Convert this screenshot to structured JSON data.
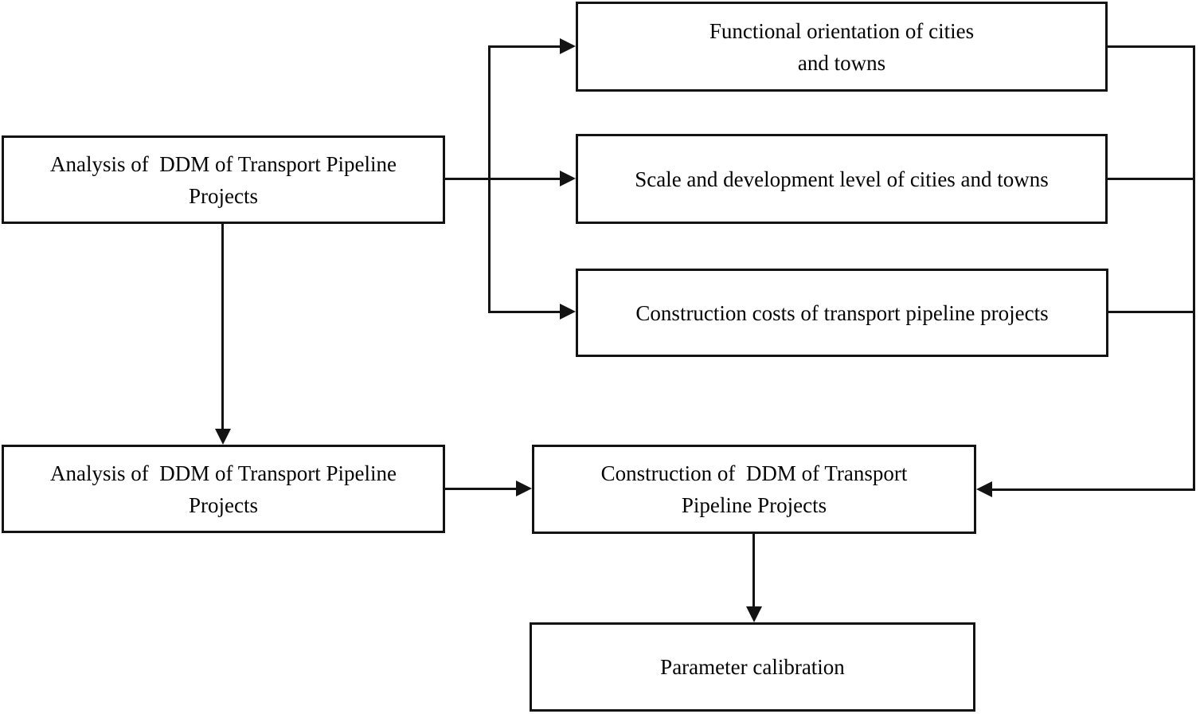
{
  "diagram_title": "DDM of Transport Pipeline Projects flowchart",
  "colors": {
    "background": "#ffffff",
    "line": "#131313",
    "text": "#050505",
    "node_fill": "#ffffff"
  },
  "nodes": {
    "analysis_top": {
      "lines": [
        "Analysis of  DDM of Transport Pipeline",
        "Projects"
      ]
    },
    "functional_orientation": {
      "lines": [
        "Functional orientation of cities",
        "and towns"
      ]
    },
    "scale_development": {
      "lines": [
        "Scale and development level of cities and towns"
      ]
    },
    "construction_costs": {
      "lines": [
        "Construction costs of transport pipeline projects"
      ]
    },
    "analysis_bottom": {
      "lines": [
        "Analysis of  DDM of Transport Pipeline",
        "Projects"
      ]
    },
    "construction_ddm": {
      "lines": [
        "Construction of  DDM of Transport",
        "Pipeline Projects"
      ]
    },
    "parameter_calibration": {
      "lines": [
        "Parameter calibration"
      ]
    }
  },
  "edges": [
    {
      "from": "analysis_top",
      "to": "functional_orientation"
    },
    {
      "from": "analysis_top",
      "to": "scale_development"
    },
    {
      "from": "analysis_top",
      "to": "construction_costs"
    },
    {
      "from": "analysis_top",
      "to": "analysis_bottom"
    },
    {
      "from": "analysis_bottom",
      "to": "construction_ddm"
    },
    {
      "from": "functional_orientation",
      "to": "construction_ddm"
    },
    {
      "from": "scale_development",
      "to": "construction_ddm"
    },
    {
      "from": "construction_costs",
      "to": "construction_ddm"
    },
    {
      "from": "construction_ddm",
      "to": "parameter_calibration"
    }
  ]
}
